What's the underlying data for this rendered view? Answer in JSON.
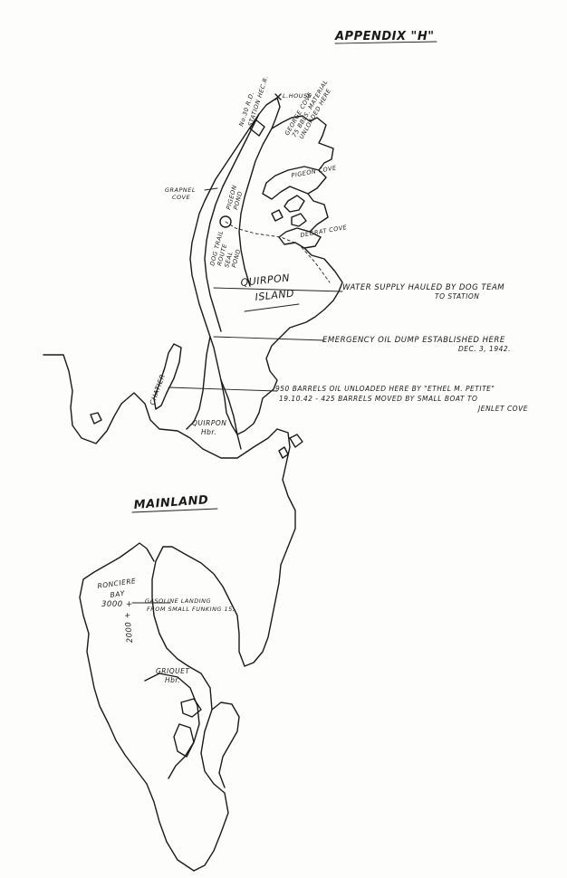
{
  "title": "APPENDIX \"H\"",
  "labels": {
    "mainland": "MAINLAND",
    "island_line1": "QUIRPON",
    "island_line2": "ISLAND",
    "no30_line1": "No.30 R.D.",
    "no30_line2": "STATION HEC.R.",
    "lhouse": "L.HOUSE",
    "george_cove_line1": "GEORGE COVE",
    "george_cove_line2": "75 BBLS. MATERIAL",
    "george_cove_line3": "UNLOADED HERE",
    "grapnel_line1": "GRAPNEL",
    "grapnel_line2": "COVE",
    "pigeon_cove": "PIGEON COVE",
    "degrat_cove": "DEGRAT COVE",
    "pigeon_pond_line1": "PIGEON",
    "pigeon_pond_line2": "POND",
    "doc_trail_line1": "DOG TRAIL",
    "doc_trail_line2": "ROUTE",
    "seal_pond_line1": "SEAL",
    "seal_pond_line2": "POND",
    "water_supply_line1": "WATER SUPPLY HAULED BY DOG TEAM",
    "water_supply_line2": "TO STATION",
    "emergency_line1": "EMERGENCY OIL DUMP ESTABLISHED HERE",
    "emergency_line2": "DEC. 3, 1942.",
    "barrels_line1": "950 BARRELS OIL UNLOADED HERE BY \"ETHEL M. PETITE\"",
    "barrels_line2": "19.10.42 - 425 BARRELS MOVED BY SMALL BOAT TO",
    "barrels_line3": "JENLET COVE",
    "chatier": "CHATIER",
    "quirpon_hbr_line1": "QUIRPON",
    "quirpon_hbr_line2": "Hbr.",
    "ronciere_line1": "RONCIERE",
    "ronciere_line2": "BAY",
    "ronciere_line3": "3000 +",
    "gasoline_line1": "GASOLINE LANDING",
    "gasoline_line2": "FROM SMALL FUNKING 15,",
    "vertical_2000": "2000 +",
    "griquet_line1": "GRIQUET",
    "griquet_line2": "Hbr."
  }
}
